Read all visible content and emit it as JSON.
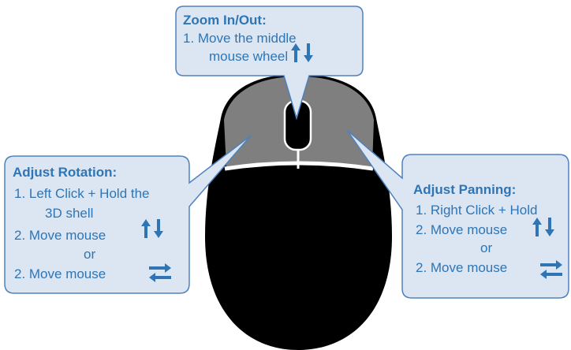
{
  "callouts": {
    "zoom": {
      "title": "Zoom In/Out:",
      "line1": "1.   Move the middle",
      "line2": "mouse wheel"
    },
    "rotation": {
      "title": "Adjust Rotation:",
      "step1a": "1.   Left Click + Hold the",
      "step1b": "3D shell",
      "step2": "2.   Move mouse",
      "or": "or",
      "step2_alt": "2.  Move mouse"
    },
    "panning": {
      "title": "Adjust Panning:",
      "step1": "1.   Right Click + Hold",
      "step2": "2.   Move mouse",
      "or": "or",
      "step2_alt": "2.   Move mouse"
    }
  },
  "icons": {
    "vertical": "up-down-arrows-icon",
    "horizontal": "left-right-arrows-icon"
  },
  "colors": {
    "callout_fill": "#DCE6F2",
    "callout_border": "#4F81BD",
    "text": "#2E75B6",
    "arrow": "#2E75B6",
    "mouse_body": "#000000",
    "mouse_buttons": "#7F7F7F",
    "mouse_seam": "#ffffff"
  }
}
